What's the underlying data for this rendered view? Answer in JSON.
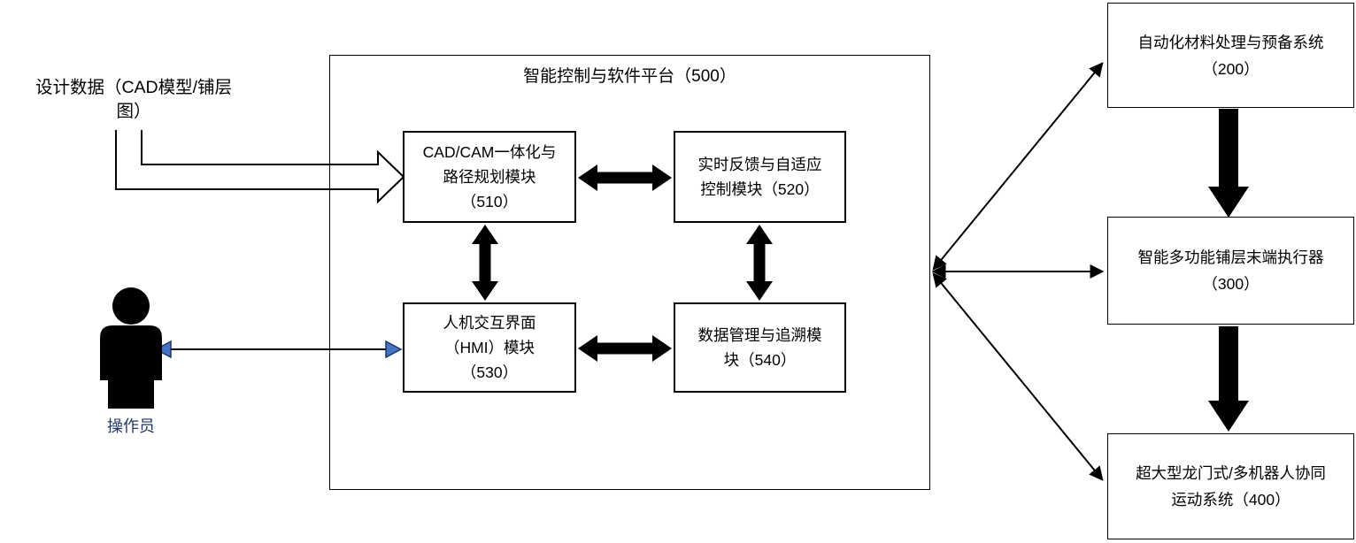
{
  "diagram": {
    "design_data_label": "设计数据（CAD模型/铺层\n图）",
    "operator_label": "操作员",
    "platform": {
      "title": "智能控制与软件平台（500）",
      "modules": {
        "m510": "CAD/CAM一体化与\n路径规划模块\n（510）",
        "m520": "实时反馈与自适应\n控制模块（520）",
        "m530": "人机交互界面\n（HMI）模块\n（530）",
        "m540": "数据管理与追溯模\n块（540）"
      }
    },
    "systems": {
      "s200": "自动化材料处理与预备系统\n（200）",
      "s300": "智能多功能铺层末端执行器\n（300）",
      "s400": "超大型龙门式/多机器人协同\n运动系统（400）"
    },
    "colors": {
      "line": "#000000",
      "operator_arrow_fill": "#4472c4",
      "operator_arrow_outline": "#1f3864",
      "operator_label_text": "#1f3864",
      "box_background": "#ffffff"
    }
  }
}
